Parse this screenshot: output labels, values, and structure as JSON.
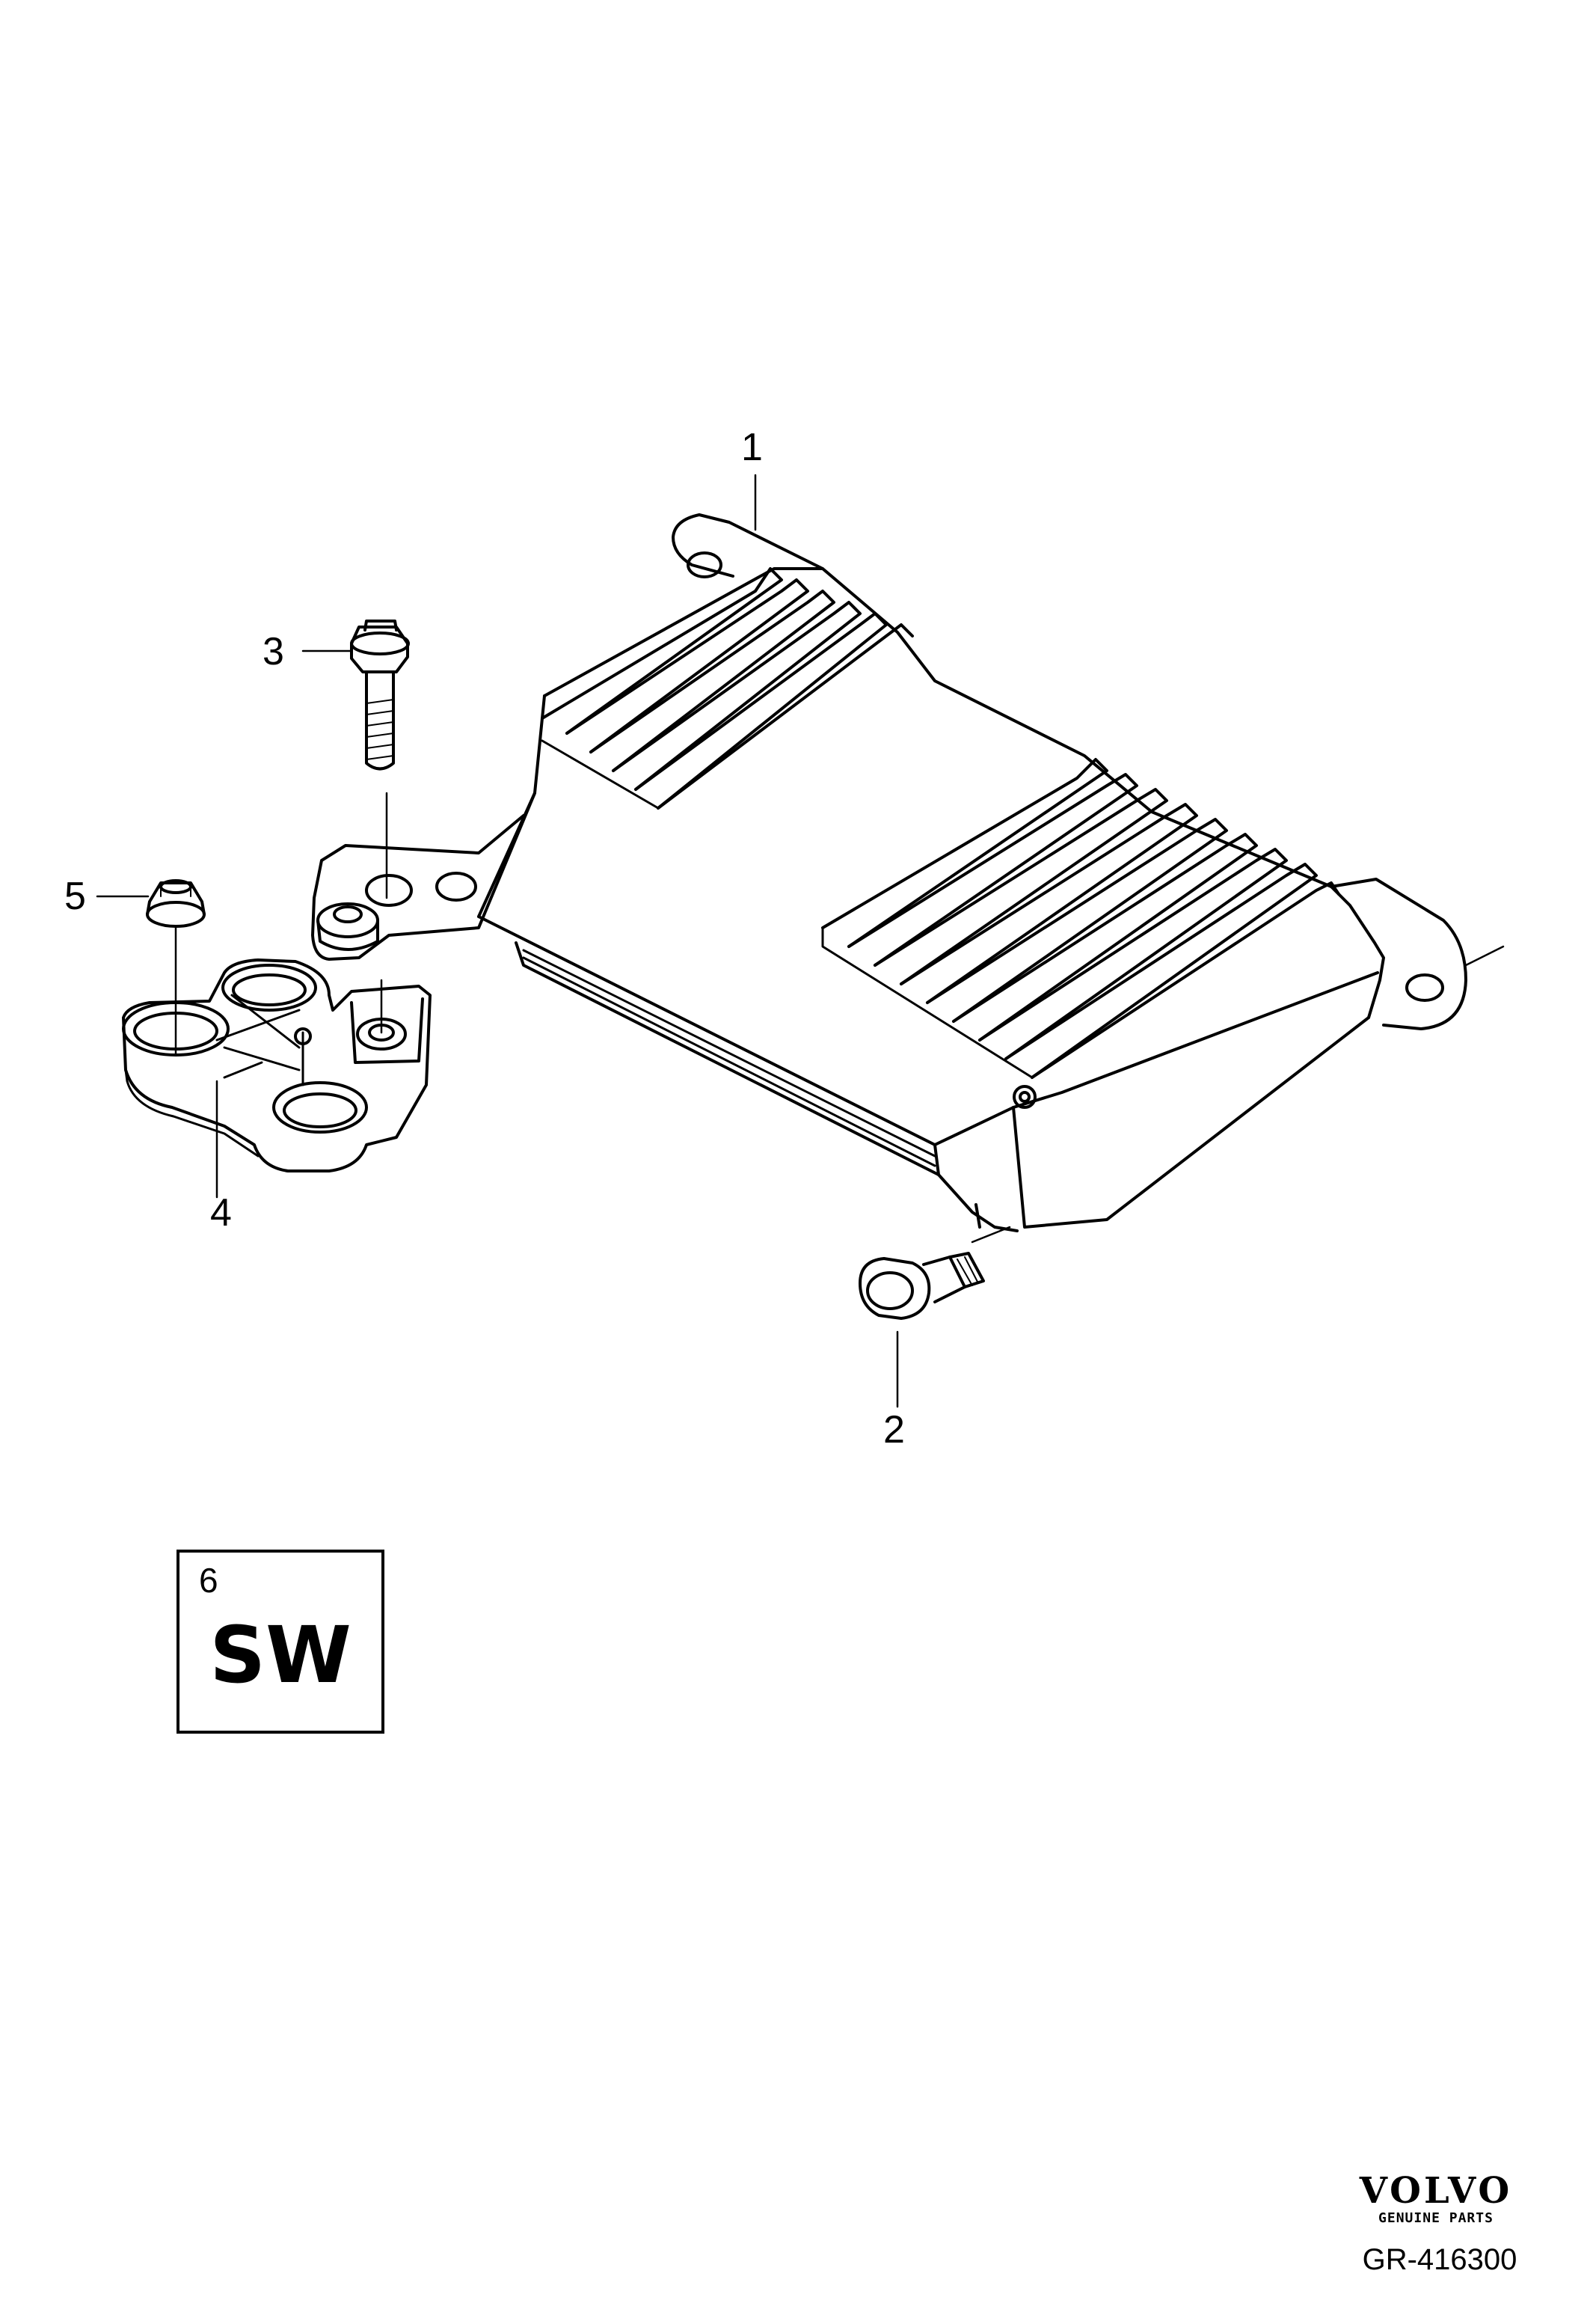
{
  "callouts": {
    "c1": "1",
    "c2": "2",
    "c3": "3",
    "c4": "4",
    "c5": "5"
  },
  "variant_box": {
    "number": "6",
    "code": "SW"
  },
  "brand": {
    "name": "VOLVO",
    "tagline": "GENUINE PARTS"
  },
  "reference": "GR-416300",
  "colors": {
    "line": "#000000",
    "background": "#ffffff"
  }
}
